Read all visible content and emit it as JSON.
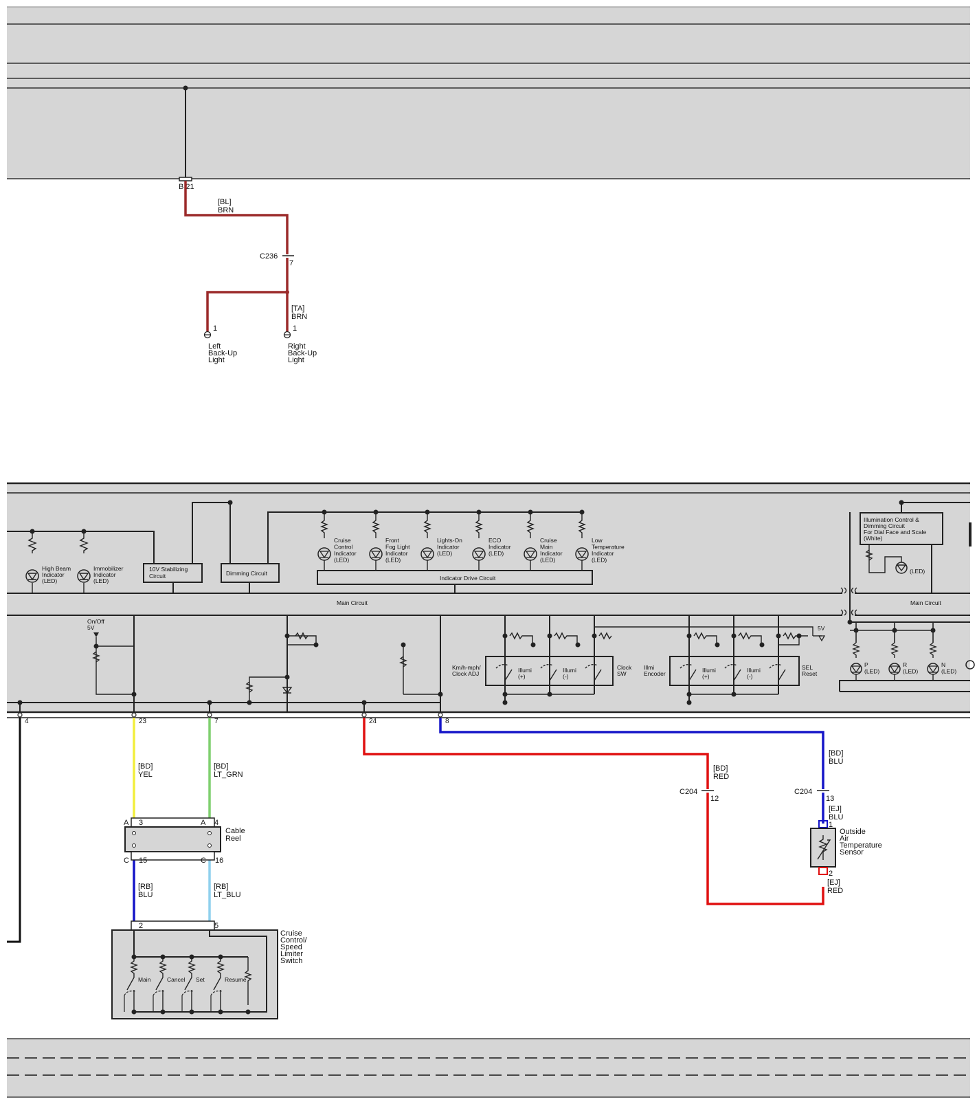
{
  "top": {
    "connector_pin": "B 21",
    "wire_bl": {
      "code": "[BL]",
      "color": "BRN"
    },
    "connector_c236": {
      "name": "C236",
      "pin": "7"
    },
    "wire_ta": {
      "code": "[TA]",
      "color": "BRN"
    },
    "left_light": {
      "pin": "1",
      "label": [
        "Left",
        "Back-Up",
        "Light"
      ]
    },
    "right_light": {
      "pin": "1",
      "label": [
        "Right",
        "Back-Up",
        "Light"
      ]
    }
  },
  "gauge": {
    "indicators_left": [
      {
        "label": [
          "High Beam",
          "Indicator",
          "(LED)"
        ]
      },
      {
        "label": [
          "Immobilizer",
          "Indicator",
          "(LED)"
        ]
      }
    ],
    "stabilizing": [
      "10V Stabilizing",
      "Circuit"
    ],
    "dimming": "Dimming Circuit",
    "indicators": [
      {
        "label": [
          "Cruise",
          "Control",
          "Indicator",
          "(LED)"
        ]
      },
      {
        "label": [
          "Front",
          "Fog Light",
          "Indicator",
          "(LED)"
        ]
      },
      {
        "label": [
          "Lights-On",
          "Indicator",
          "(LED)"
        ]
      },
      {
        "label": [
          "ECO",
          "Indicator",
          "(LED)"
        ]
      },
      {
        "label": [
          "Cruise",
          "Main",
          "Indicator",
          "(LED)"
        ]
      },
      {
        "label": [
          "Low",
          "Temperature",
          "Indicator",
          "(LED)"
        ]
      }
    ],
    "indicator_drive": "Indicator Drive Circuit",
    "illum_control": [
      "Illumination Control &",
      "Dimming Circuit",
      "For Dial Face and Scale",
      "(White)"
    ],
    "illum_led": "(LED)",
    "main_circuit": "Main Circuit",
    "main_circuit_right": "Main Circuit",
    "on_off": [
      "On/Off",
      "5V"
    ],
    "kmh": [
      "Km/h-mph/",
      "Clock ADJ"
    ],
    "illumi_plus": [
      "Illumi",
      "(+)"
    ],
    "illumi_minus": [
      "Illumi",
      "(-)"
    ],
    "clock_sw": [
      "Clock",
      "SW"
    ],
    "illmi_encoder": [
      "Illmi",
      "Encoder"
    ],
    "illumi2_plus": [
      "Illumi",
      "(+)"
    ],
    "illumi2_minus": [
      "Illumi",
      "(-)"
    ],
    "sel_reset": [
      "SEL",
      "Reset"
    ],
    "five_v": "5V",
    "gear_leds": [
      {
        "label": [
          "P",
          "(LED)"
        ]
      },
      {
        "label": [
          "R",
          "(LED)"
        ]
      },
      {
        "label": [
          "N",
          "(LED)"
        ]
      }
    ]
  },
  "pins": [
    "4",
    "23",
    "7",
    "24",
    "8"
  ],
  "wires": {
    "yel": {
      "code": "[BD]",
      "color": "YEL"
    },
    "ltgrn": {
      "code": "[BD]",
      "color": "LT_GRN"
    },
    "red": {
      "code": "[BD]",
      "color": "RED"
    },
    "blu": {
      "code": "[BD]",
      "color": "BLU"
    },
    "rb_blu": {
      "code": "[RB]",
      "color": "BLU"
    },
    "rb_ltblu": {
      "code": "[RB]",
      "color": "LT_BLU"
    },
    "ej_blu": {
      "code": "[EJ]",
      "color": "BLU"
    },
    "ej_red": {
      "code": "[EJ]",
      "color": "RED"
    }
  },
  "cable_reel": {
    "label": [
      "Cable",
      "Reel"
    ],
    "pins_top": [
      "A",
      "3",
      "A",
      "4"
    ],
    "pins_bottom": [
      "C",
      "15",
      "C",
      "16"
    ]
  },
  "c204_red": {
    "name": "C204",
    "pin": "12"
  },
  "c204_blu": {
    "name": "C204",
    "pin": "13"
  },
  "sensor": {
    "label": [
      "Outside",
      "Air",
      "Temperature",
      "Sensor"
    ],
    "pin_top": "1",
    "pin_bottom": "2"
  },
  "cruise_switch": {
    "label": [
      "Cruise",
      "Control/",
      "Speed",
      "Limiter",
      "Switch"
    ],
    "pins": [
      "2",
      "5"
    ],
    "buttons": [
      "Main",
      "Cancel",
      "Set",
      "Resume"
    ]
  },
  "colors": {
    "brown": "#9b2a2a",
    "yellow": "#f2ee3c",
    "lt_green": "#7fcf6e",
    "red": "#e01010",
    "blue": "#1515c8",
    "lt_blue": "#8fd0ee",
    "panel": "#d6d6d6"
  }
}
